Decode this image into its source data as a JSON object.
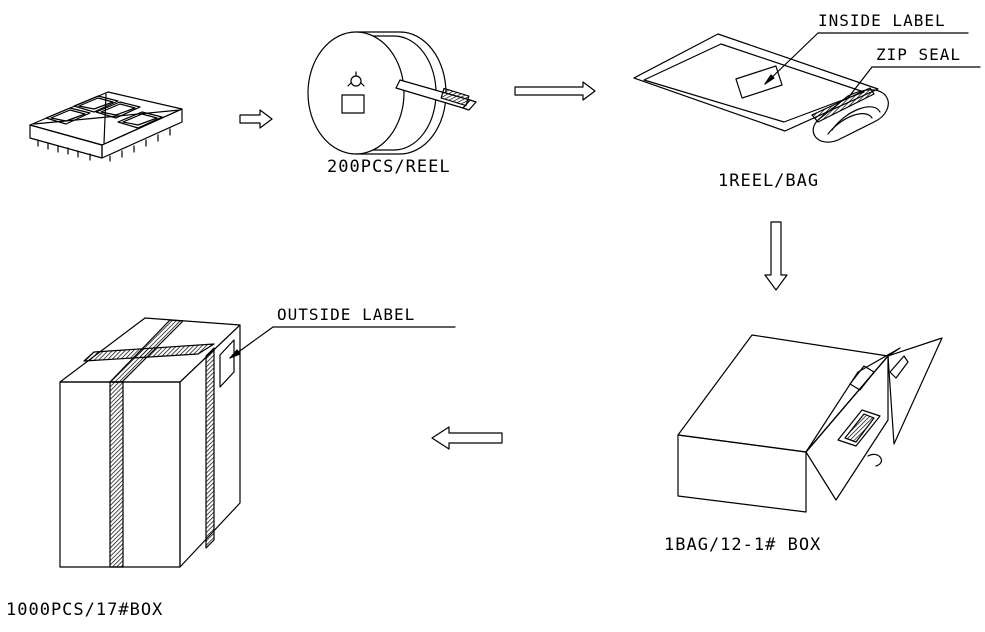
{
  "diagram": {
    "captions": {
      "reel": "200PCS/REEL",
      "bag": "1REEL/BAG",
      "inner_box": "1BAG/12-1# BOX",
      "outer_box": "1000PCS/17#BOX"
    },
    "callouts": {
      "inside_label": "INSIDE LABEL",
      "zip_seal": "ZIP SEAL",
      "outside_label": "OUTSIDE LABEL"
    },
    "colors": {
      "ink": "#000000",
      "paper": "#ffffff"
    },
    "steps": [
      "component",
      "reel",
      "bag",
      "inner-box",
      "outer-box"
    ]
  }
}
